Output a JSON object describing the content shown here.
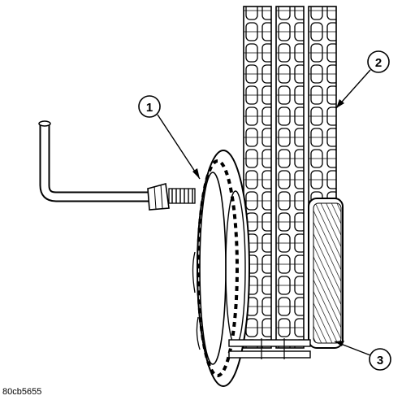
{
  "callouts": [
    {
      "label": "1"
    },
    {
      "label": "2"
    },
    {
      "label": "3"
    }
  ],
  "figure_code": "80cb5655",
  "colors": {
    "line": "#000000",
    "background": "#ffffff"
  }
}
